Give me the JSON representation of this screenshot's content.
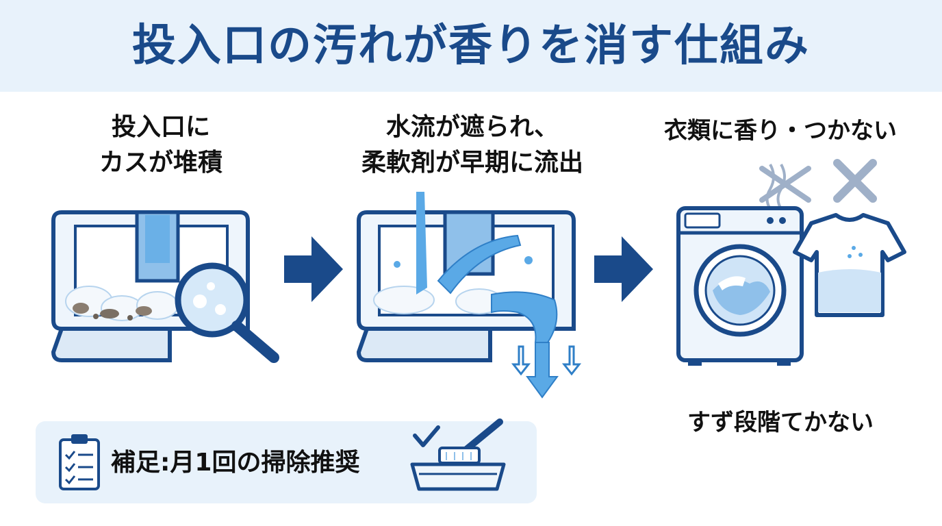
{
  "title": "投入口の汚れが香りを消す仕組み",
  "steps": [
    {
      "line1": "投入口に",
      "line2": "カスが堆積"
    },
    {
      "line1": "水流が遮られ、",
      "line2": "柔軟剤が早期に流出"
    },
    {
      "line1": "衣類に香り・つかない"
    }
  ],
  "footnote": "補足:月1回の掃除推奨",
  "subtext": "すず段階てかない",
  "colors": {
    "primary": "#1a4a8a",
    "light": "#e8f2fb",
    "water": "#5aa9e6",
    "grime": "#8a7d70",
    "cross": "#9fb0c8"
  }
}
